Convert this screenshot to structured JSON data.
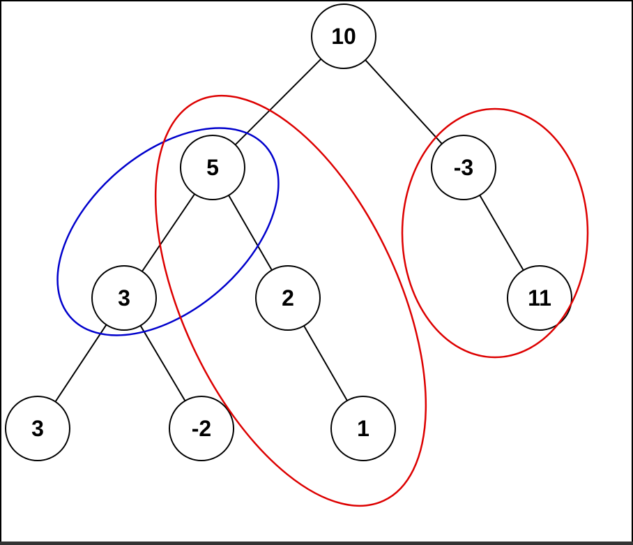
{
  "diagram": {
    "nodes": [
      {
        "id": "n10",
        "label": "10"
      },
      {
        "id": "n5",
        "label": "5"
      },
      {
        "id": "nm3",
        "label": "-3"
      },
      {
        "id": "n3a",
        "label": "3"
      },
      {
        "id": "n2",
        "label": "2"
      },
      {
        "id": "n11",
        "label": "11"
      },
      {
        "id": "n3b",
        "label": "3"
      },
      {
        "id": "nm2",
        "label": "-2"
      },
      {
        "id": "n1",
        "label": "1"
      }
    ],
    "edges": [
      {
        "from": "n10",
        "to": "n5"
      },
      {
        "from": "n10",
        "to": "nm3"
      },
      {
        "from": "n5",
        "to": "n3a"
      },
      {
        "from": "n5",
        "to": "n2"
      },
      {
        "from": "nm3",
        "to": "n11"
      },
      {
        "from": "n3a",
        "to": "n3b"
      },
      {
        "from": "n3a",
        "to": "nm2"
      },
      {
        "from": "n2",
        "to": "n1"
      }
    ],
    "highlights": [
      {
        "id": "path-5-3",
        "color": "#0000cc"
      },
      {
        "id": "path-5-2-1",
        "color": "#dd0000"
      },
      {
        "id": "path-minus3-11",
        "color": "#dd0000"
      }
    ]
  }
}
